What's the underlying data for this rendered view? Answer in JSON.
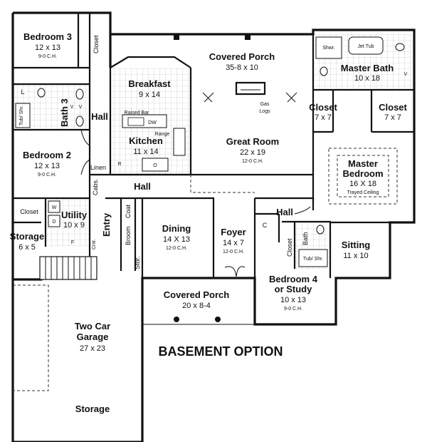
{
  "rooms": {
    "bedroom3": {
      "name": "Bedroom 3",
      "dims": "12 x 13",
      "ceiling": "9-0 C.H."
    },
    "bedroom3_closet": {
      "name": "Closet"
    },
    "covered_porch_rear": {
      "name": "Covered Porch",
      "dims": "35-8 x 10"
    },
    "gas_logs": {
      "line1": "Gas",
      "line2": "Logs"
    },
    "master_bath": {
      "name": "Master Bath",
      "dims": "10 x 18",
      "shower": "Shwr.",
      "tub": "Jet Tub",
      "v": "V"
    },
    "breakfast": {
      "name": "Breakfast",
      "dims": "9 x 14"
    },
    "bath3": {
      "name": "Bath 3",
      "tub": "Tub/ Shr.",
      "l": "L",
      "v1": "V",
      "v2": "V"
    },
    "hall_left": {
      "name": "Hall"
    },
    "kitchen": {
      "name": "Kitchen",
      "dims": "11 x 14",
      "raised_bar": "Raised Bar",
      "dw": "DW",
      "range": "Range",
      "r": "R",
      "o": "O"
    },
    "great_room": {
      "name": "Great Room",
      "dims": "22 x 19",
      "ceiling": "12-0 C.H."
    },
    "closet_a": {
      "name": "Closet",
      "dims": "7 x 7"
    },
    "closet_b": {
      "name": "Closet",
      "dims": "7 x 7"
    },
    "master_bedroom": {
      "name1": "Master",
      "name2": "Bedroom",
      "dims": "16 X 18",
      "ceiling": "Trayed Ceiling"
    },
    "bedroom2": {
      "name": "Bedroom 2",
      "dims": "12 x 13",
      "ceiling": "9-0 C.H."
    },
    "linen": {
      "name": "Linen"
    },
    "cabs": {
      "name": "Cabs."
    },
    "hall_center": {
      "name": "Hall"
    },
    "closet_left": {
      "name": "Closet"
    },
    "utility": {
      "name": "Utility",
      "dims": "10 x 9",
      "w": "W",
      "d": "D",
      "f": "F",
      "cntr": "Cntr."
    },
    "entry": {
      "name": "Entry"
    },
    "coat": {
      "name": "Coat"
    },
    "broom": {
      "name": "Broom"
    },
    "stor": {
      "name": "Stor."
    },
    "storage_small": {
      "name": "Storage",
      "dims": "6 x 5"
    },
    "dining": {
      "name": "Dining",
      "dims": "14 X 13",
      "ceiling": "12-0 C.H."
    },
    "foyer": {
      "name": "Foyer",
      "dims": "14 x 7",
      "ceiling": "12-0 C.H."
    },
    "hall_right": {
      "name": "Hall"
    },
    "c_closet": {
      "name": "C"
    },
    "bath_right": {
      "name": "Bath",
      "closet": "Closet",
      "tub": "Tub/ Shr."
    },
    "sitting": {
      "name": "Sitting",
      "dims": "11 x 10"
    },
    "bedroom4": {
      "name1": "Bedroom 4",
      "name2": "or Study",
      "dims": "10 x 13",
      "ceiling": "9-0 C.H."
    },
    "covered_porch_front": {
      "name": "Covered Porch",
      "dims": "20 x 8-4"
    },
    "garage": {
      "name1": "Two Car",
      "name2": "Garage",
      "dims": "27 x 23"
    },
    "garage_storage": {
      "name": "Storage"
    }
  },
  "annotation": {
    "basement": "BASEMENT OPTION"
  }
}
